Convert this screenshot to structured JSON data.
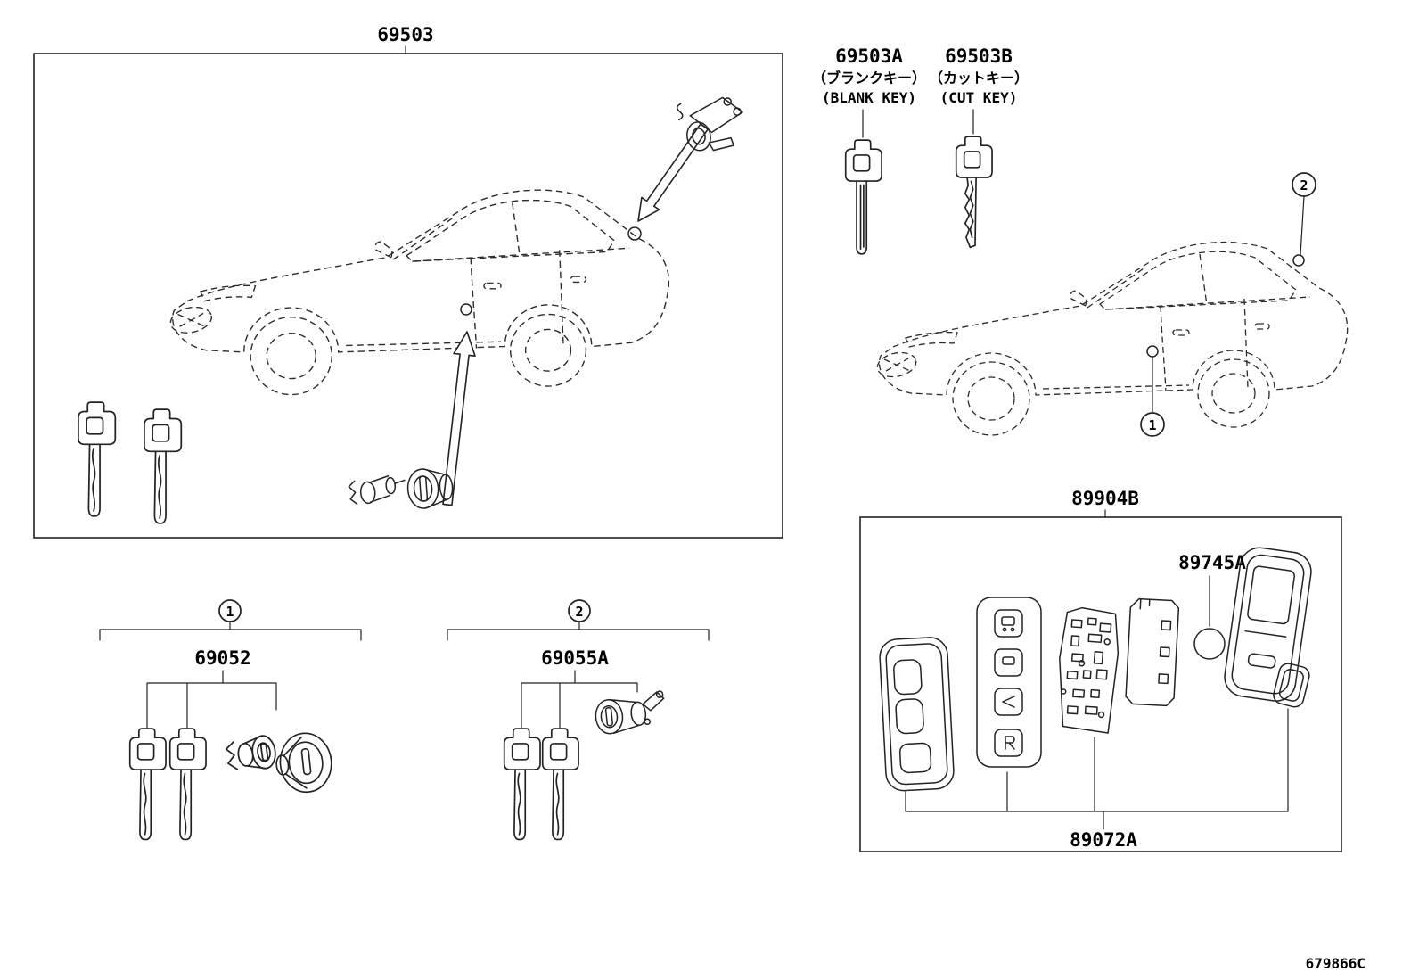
{
  "diagram": {
    "code": "679866C",
    "main_assembly": {
      "label": "69503"
    },
    "blank_key": {
      "label": "69503A",
      "name_jp": "（ブランクキー）",
      "name_en": "(BLANK KEY)"
    },
    "cut_key": {
      "label": "69503B",
      "name_jp": "（カットキー）",
      "name_en": "(CUT KEY)"
    },
    "smart_key": {
      "label": "89904B",
      "battery_label": "89745A",
      "module_label": "89072A"
    },
    "door_lock": {
      "label": "69052"
    },
    "luggage_lock": {
      "label": "69055A"
    },
    "callouts": {
      "one": "1",
      "two": "2"
    }
  }
}
